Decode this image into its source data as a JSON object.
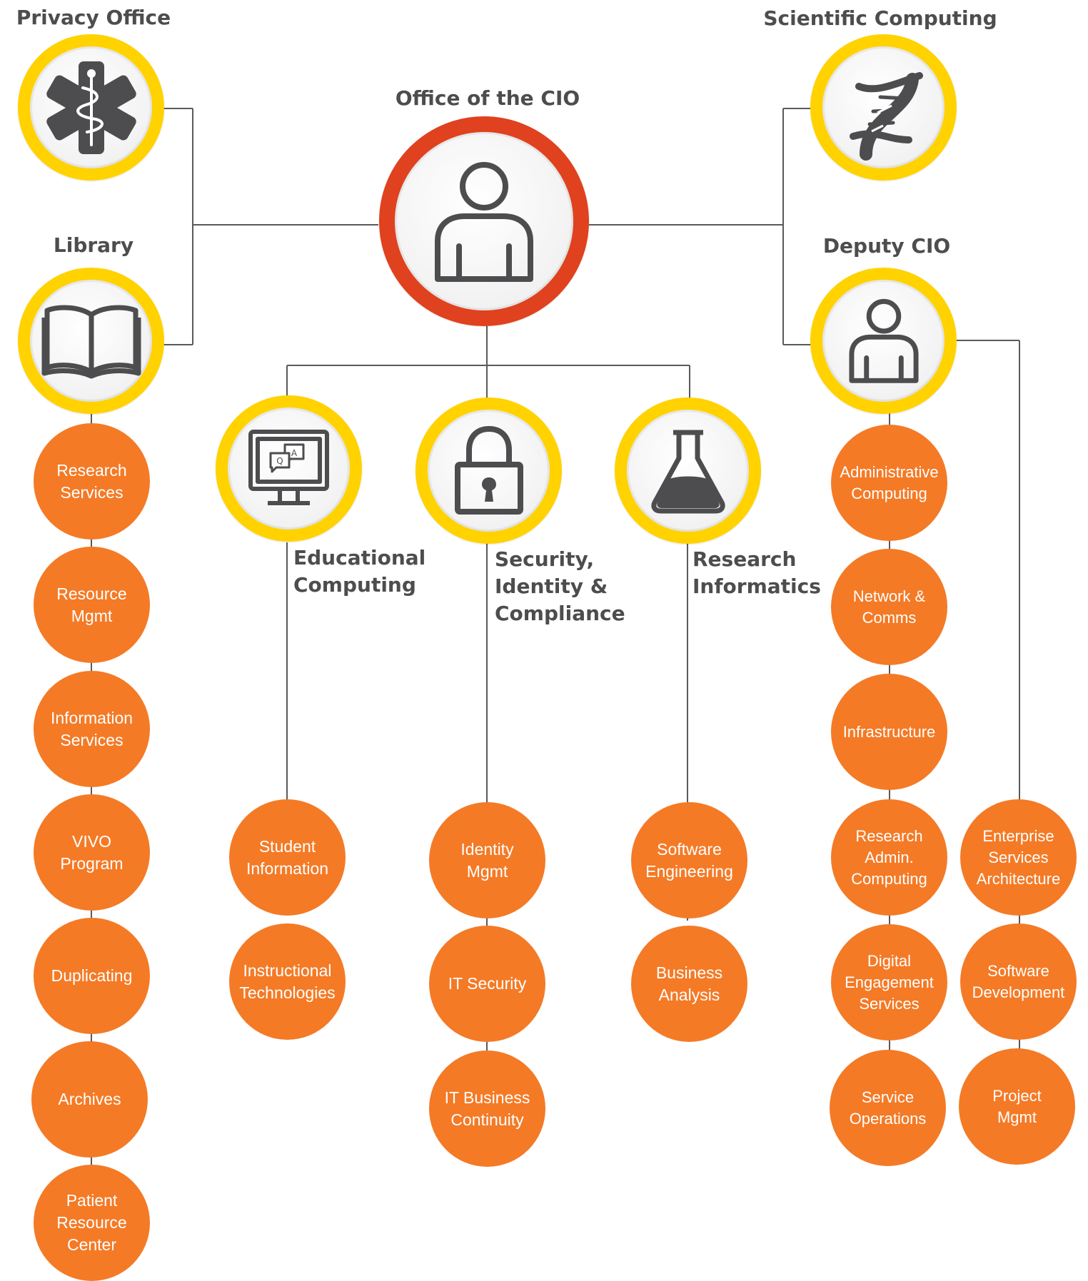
{
  "colors": {
    "orange": "#f47a26",
    "yellow_ring": "#ffd200",
    "cio_ring": "#e0411e",
    "connector": "#5a5a5a",
    "icon_gray": "#4d4d4f"
  },
  "offices": {
    "cio": {
      "title": "Office of the CIO",
      "icon": "person-icon"
    },
    "privacy": {
      "title": "Privacy Office",
      "icon": "star-of-life-icon"
    },
    "library": {
      "title": "Library",
      "icon": "open-book-icon"
    },
    "scientific": {
      "title": "Scientific Computing",
      "icon": "dna-icon"
    },
    "deputy": {
      "title": "Deputy CIO",
      "icon": "person-icon"
    },
    "educational": {
      "title": "Educational\nComputing",
      "icon": "monitor-chat-icon"
    },
    "security": {
      "title": "Security,\nIdentity &\nCompliance",
      "icon": "padlock-icon"
    },
    "informatics": {
      "title": "Research\nInformatics",
      "icon": "flask-icon"
    }
  },
  "units": {
    "library": [
      "Research\nServices",
      "Resource\nMgmt",
      "Information\nServices",
      "VIVO\nProgram",
      "Duplicating",
      "Archives",
      "Patient\nResource\nCenter"
    ],
    "educational": [
      "Student\nInformation",
      "Instructional\nTechnologies"
    ],
    "security": [
      "Identity\nMgmt",
      "IT Security",
      "IT Business\nContinuity"
    ],
    "informatics": [
      "Software\nEngineering",
      "Business\nAnalysis"
    ],
    "deputy_a": [
      "Administrative\nComputing",
      "Network &\nComms",
      "Infrastructure",
      "Research\nAdmin.\nComputing",
      "Digital\nEngagement\nServices",
      "Service\nOperations"
    ],
    "deputy_b": [
      "Enterprise\nServices\nArchitecture",
      "Software\nDevelopment",
      "Project\nMgmt"
    ]
  }
}
